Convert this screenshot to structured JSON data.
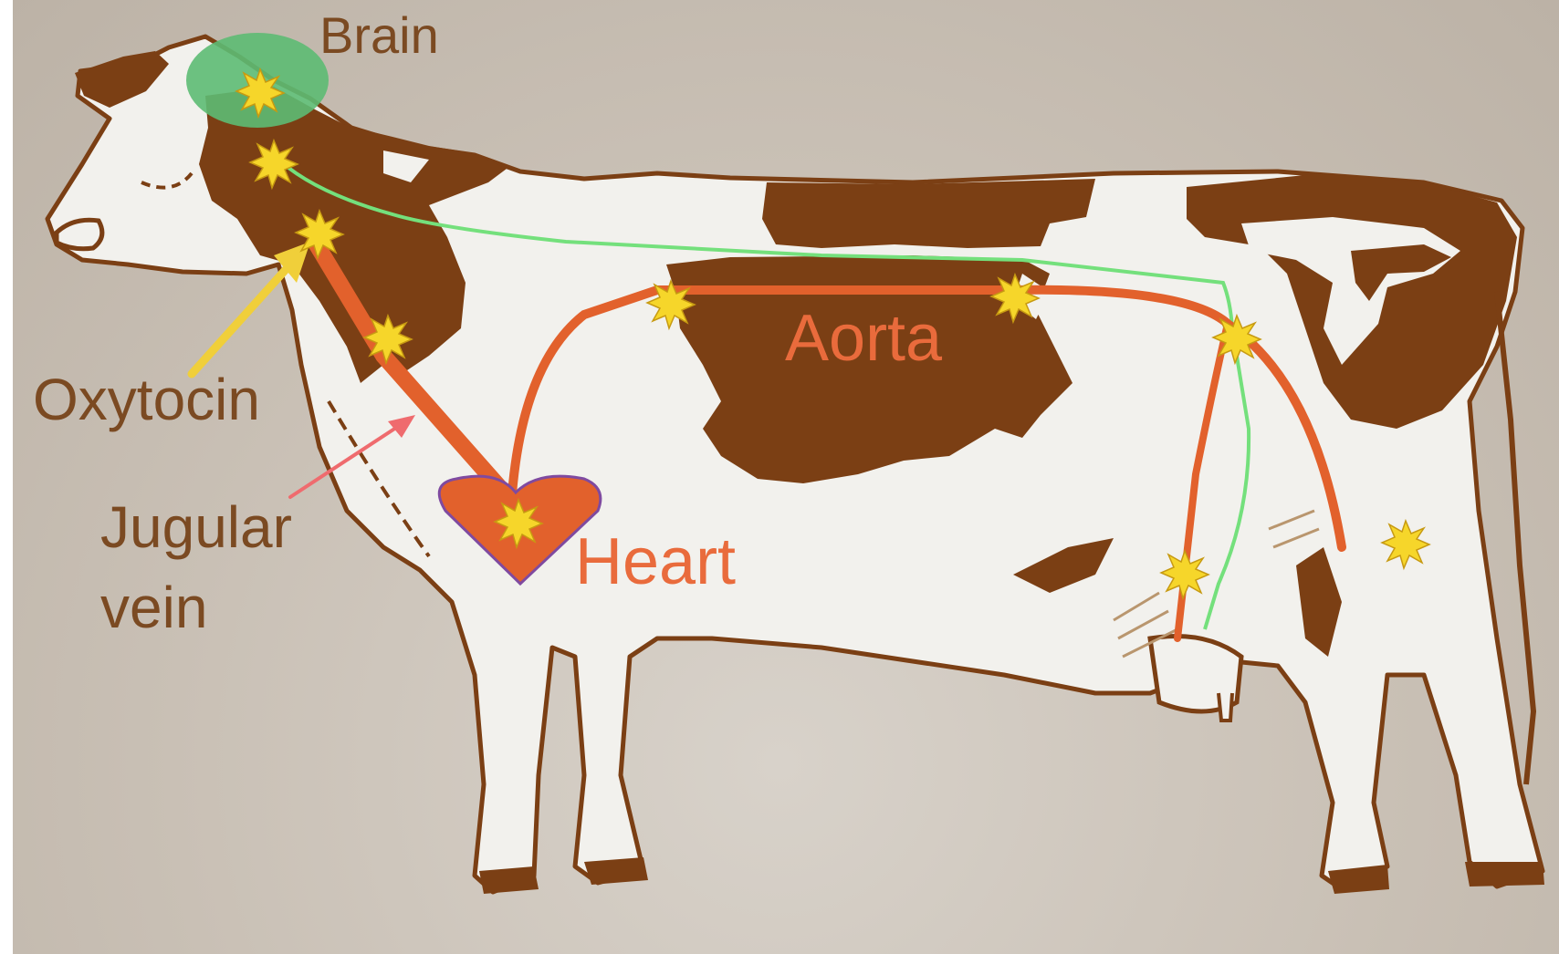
{
  "labels": {
    "brain": "Brain",
    "oxytocin": "Oxytocin",
    "jugular_line1": "Jugular",
    "jugular_line2": "vein",
    "aorta": "Aorta",
    "heart": "Heart"
  },
  "colors": {
    "cow_spot": "#7b3f14",
    "cow_body": "#f2f1ed",
    "vessel": "#e2612c",
    "nerve": "#74e07c",
    "brain_fill": "#5dbb73",
    "oxytocin_arrow": "#f0cf3a",
    "jugular_arrow": "#ef6b6e",
    "burst": "#f6d62a",
    "heart_fill": "#e2612c",
    "heart_outline": "#7f4aa0",
    "label_brown": "#7b4a22",
    "label_orange": "#e96b3c"
  }
}
